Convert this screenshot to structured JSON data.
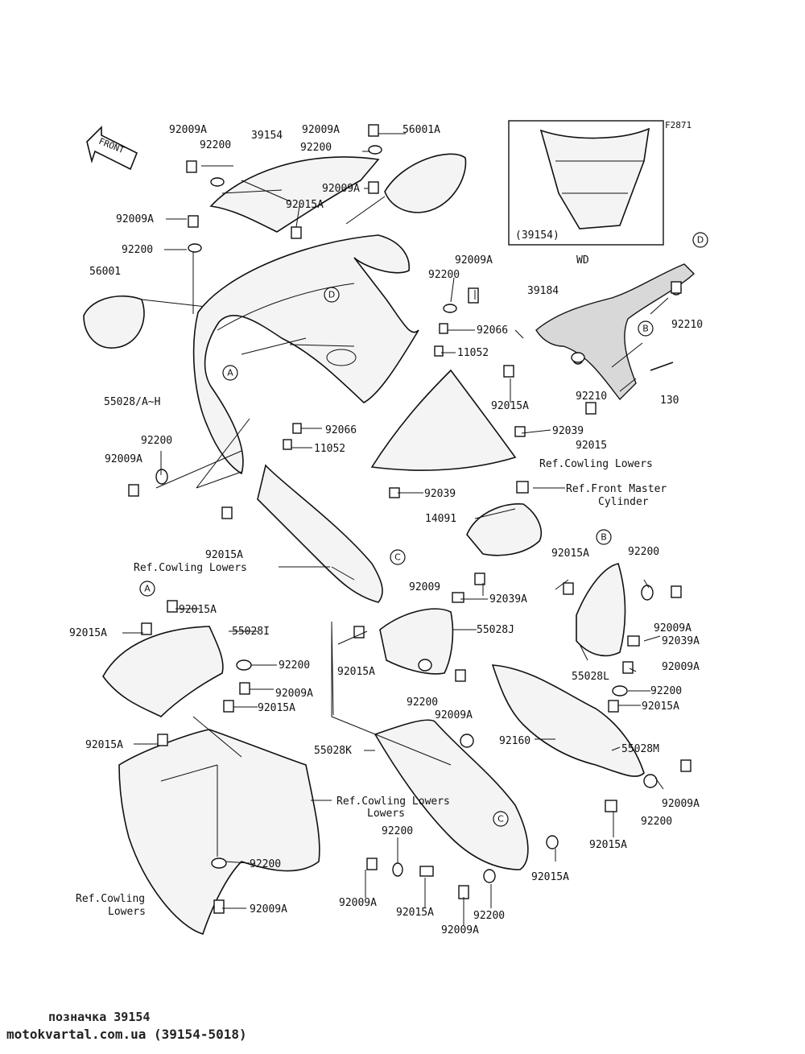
{
  "figure_code": "F2871",
  "front_arrow_label": "FRONT",
  "inset": {
    "part": "(39154)",
    "caption": "WD"
  },
  "ref_labels": {
    "ref_cowling_lowers": "Ref.Cowling Lowers",
    "ref_front_master_1": "Ref.Front Master",
    "ref_front_master_2": "Cylinder",
    "ref_cl_1": "Ref.Cowling",
    "ref_cl_2": "Lowers"
  },
  "callouts": [
    "A",
    "B",
    "C",
    "D"
  ],
  "part_labels": {
    "l_92009a_1": "92009A",
    "l_39154": "39154",
    "l_92009a_2": "92009A",
    "l_56001a": "56001A",
    "l_92200_1": "92200",
    "l_92200_2": "92200",
    "l_92009a_3": "92009A",
    "l_92015a_1": "92015A",
    "l_92009a_4": "92009A",
    "l_92200_3": "92200",
    "l_56001": "56001",
    "l_92009a_5": "92009A",
    "l_92200_4": "92200",
    "l_39184": "39184",
    "l_92066_1": "92066",
    "l_11052_1": "11052",
    "l_92210_1": "92210",
    "l_92210_2": "92210",
    "l_130": "130",
    "l_92015a_2": "92015A",
    "l_92039_1": "92039",
    "l_92015": "92015",
    "l_55028ah": "55028/A~H",
    "l_92066_2": "92066",
    "l_11052_2": "11052",
    "l_92200_5": "92200",
    "l_92009a_6": "92009A",
    "l_92039_2": "92039",
    "l_14091": "14091",
    "l_92015a_3": "92015A",
    "l_92015a_4": "92015A",
    "l_92200_6": "92200",
    "l_92009": "92009",
    "l_92039a_1": "92039A",
    "l_92015a_5": "92015A",
    "l_92015a_6": "92015A",
    "l_55028i": "55028I",
    "l_55028j": "55028J",
    "l_92009a_7": "92009A",
    "l_92039a_2": "92039A",
    "l_92200_7": "92200",
    "l_55028l": "55028L",
    "l_92009a_8": "92009A",
    "l_92009a_9": "92009A",
    "l_92015a_7": "92015A",
    "l_92015a_8": "92015A",
    "l_92200_8": "92200",
    "l_92200_9": "92200",
    "l_92009a_10": "92009A",
    "l_92015a_9": "92015A",
    "l_92015a_10": "92015A",
    "l_92160": "92160",
    "l_55028k": "55028K",
    "l_55028m": "55028M",
    "l_92009a_11": "92009A",
    "l_92200_10": "92200",
    "l_92015a_11": "92015A",
    "l_92200_11": "92200",
    "l_92200_12": "92200",
    "l_92015a_12": "92015A",
    "l_92009a_12": "92009A",
    "l_92015a_13": "92015A",
    "l_92200_13": "92200",
    "l_92009a_13": "92009A",
    "l_92009a_14": "92009A"
  },
  "footer": {
    "line1": "позначка 39154",
    "line2": "motokvartal.com.ua (39154-5018)"
  }
}
